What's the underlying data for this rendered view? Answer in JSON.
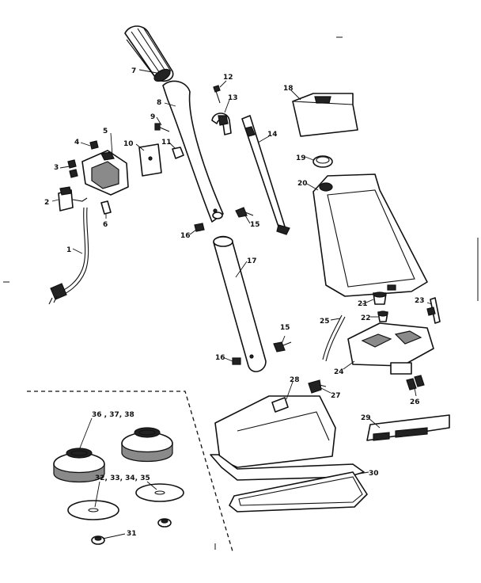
{
  "labels": {
    "l1": "1",
    "l2": "2",
    "l3": "3",
    "l4": "4",
    "l5": "5",
    "l6": "6",
    "l7": "7",
    "l8": "8",
    "l9": "9",
    "l10": "10",
    "l11": "11",
    "l12": "12",
    "l13": "13",
    "l14": "14",
    "l15a": "15",
    "l15b": "15",
    "l16a": "16",
    "l16b": "16",
    "l17": "17",
    "l18": "18",
    "l19": "19",
    "l20": "20",
    "l21": "21",
    "l22": "22",
    "l23": "23",
    "l24": "24",
    "l25": "25",
    "l26": "26",
    "l27": "27",
    "l28": "28",
    "l29": "29",
    "l30": "30",
    "l31": "31",
    "l32": "32, 33, 34, 35",
    "l36": "36 , 37, 38"
  },
  "colors": {
    "line": "#111111",
    "paper": "#ffffff",
    "shade": "#8a8a8a"
  }
}
